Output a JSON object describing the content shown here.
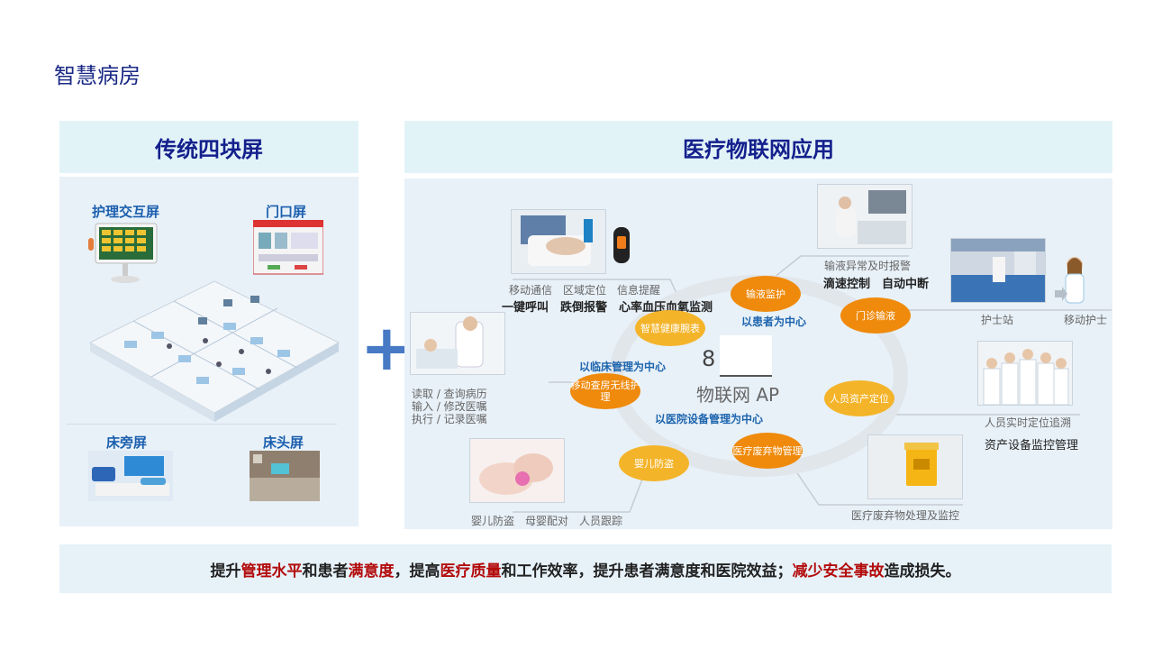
{
  "page": {
    "title": "智慧病房"
  },
  "left": {
    "header": "传统四块屏",
    "screens": [
      {
        "label": "护理交互屏"
      },
      {
        "label": "门口屏"
      },
      {
        "label": "床旁屏"
      },
      {
        "label": "床头屏"
      }
    ]
  },
  "plus_sign": "+",
  "right": {
    "header": "医疗物联网应用",
    "center": {
      "number": "8",
      "label": "物联网 AP"
    },
    "ring_labels": {
      "patient": "以患者为中心",
      "clinical": "以临床管理为中心",
      "equipment": "以医院设备管理为中心"
    },
    "nodes": {
      "wristband": "智慧健康腕表",
      "infusion": "输液监护",
      "outpatient": "门诊输液",
      "asset": "人员资产定位",
      "waste": "医疗废弃物管理",
      "baby": "婴儿防盗",
      "ward_round": "移动查房无线护理"
    },
    "captions": {
      "wristband_top": "移动通信　区域定位　信息提醒",
      "wristband_bottom": "一键呼叫　跌倒报警　心率血压血氧监测",
      "infusion_top": "输液异常及时报警",
      "infusion_bottom": "滴速控制　自动中断",
      "nurse_station": "护士站",
      "mobile_nurse": "移动护士",
      "ward_round": [
        "读取 / 查询病历",
        "输入 / 修改医嘱",
        "执行 / 记录医嘱"
      ],
      "asset_top": "人员实时定位追溯",
      "asset_bottom": "资产设备监控管理",
      "baby": "婴儿防盗　母婴配对　人员跟踪",
      "waste": "医疗废弃物处理及监控"
    }
  },
  "footer": {
    "segments": [
      {
        "text": "提升",
        "style": "normal"
      },
      {
        "text": "管理水平",
        "style": "red"
      },
      {
        "text": "和患者",
        "style": "normal"
      },
      {
        "text": "满意度",
        "style": "red"
      },
      {
        "text": "，提高",
        "style": "normal"
      },
      {
        "text": "医疗质量",
        "style": "red"
      },
      {
        "text": "和工作效率，提升患者满意度和医院效益；",
        "style": "normal"
      },
      {
        "text": "减少安全事故",
        "style": "red"
      },
      {
        "text": "造成损失。",
        "style": "normal"
      }
    ]
  },
  "colors": {
    "title": "#1b2a86",
    "highlight": "#b30b0b",
    "node_orange": "#ef8a0c",
    "node_yellow": "#f4b42a",
    "plus": "#4779c4"
  }
}
